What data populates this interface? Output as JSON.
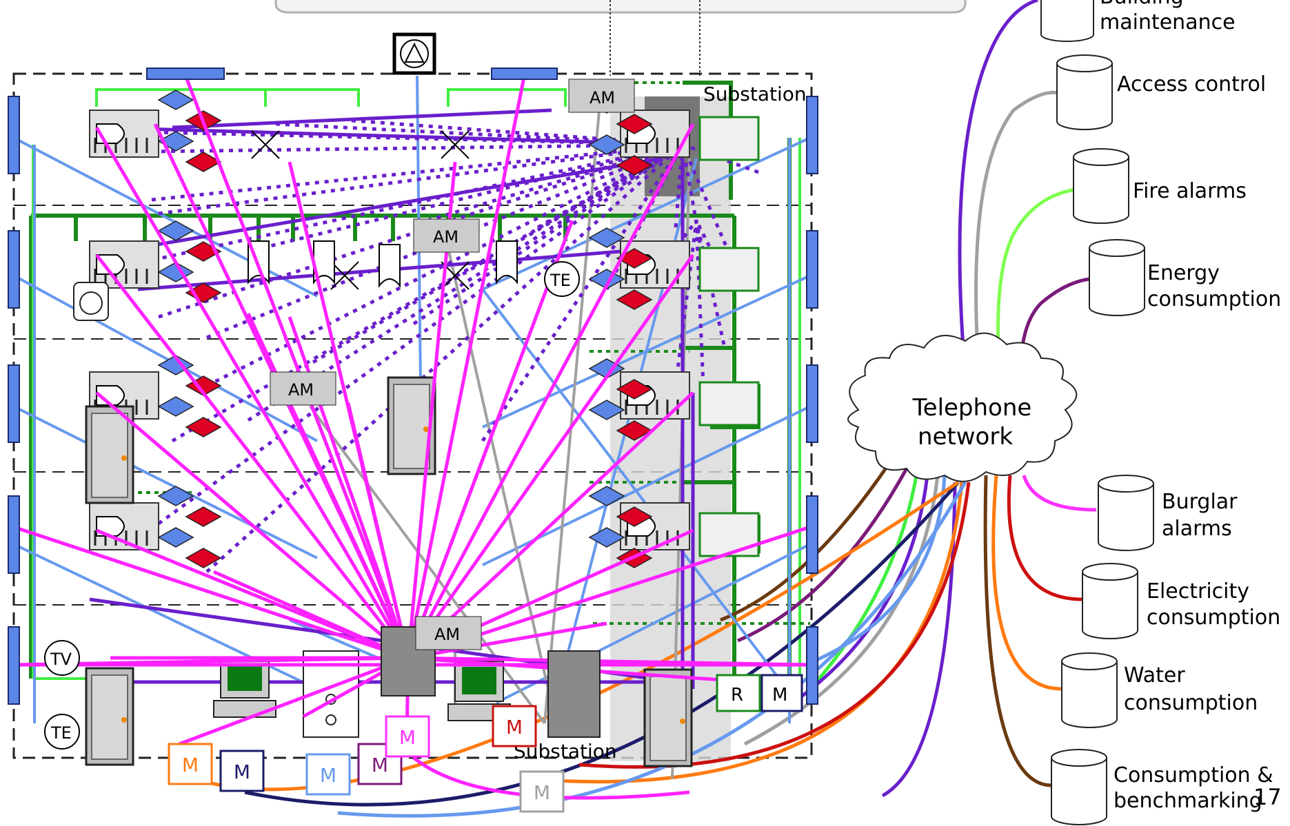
{
  "databases": [
    {
      "id": "building-maintenance",
      "lines": [
        "Building",
        "maintenance"
      ],
      "color": "#6a1fcc"
    },
    {
      "id": "access-control",
      "lines": [
        "Access control"
      ],
      "color": "#a0a0a0"
    },
    {
      "id": "fire-alarms",
      "lines": [
        "Fire alarms"
      ],
      "color": "#80ff50"
    },
    {
      "id": "energy-consumption",
      "lines": [
        "Energy",
        "consumption"
      ],
      "color": "#7a1a7a"
    },
    {
      "id": "burglar-alarms",
      "lines": [
        "Burglar",
        "alarms"
      ],
      "color": "#ff30ff"
    },
    {
      "id": "electricity-consumption",
      "lines": [
        "Electricity",
        "consumption"
      ],
      "color": "#cc1010"
    },
    {
      "id": "water-consumption",
      "lines": [
        "Water",
        "consumption"
      ],
      "color": "#ff7a10"
    },
    {
      "id": "consumption-benchmarking",
      "lines": [
        "Consumption &",
        "benchmarking"
      ],
      "color": "#6a3a10"
    }
  ],
  "cloud_label": [
    "Telephone",
    "network"
  ],
  "substation_labels": [
    "Substation",
    "Substation"
  ],
  "am_label": "AM",
  "tv_label": "TV",
  "te_label": "TE",
  "r_label": "R",
  "meter_label": "M",
  "page_number": "17",
  "colors": {
    "magenta": "#ff22ff",
    "purple": "#6a1fcc",
    "blue": "#6699ee",
    "green": "#1a8a1a",
    "lightgreen": "#40ee40",
    "grey": "#a0a0a0",
    "red": "#dd0022",
    "sensor_blue": "#5b86e8"
  }
}
